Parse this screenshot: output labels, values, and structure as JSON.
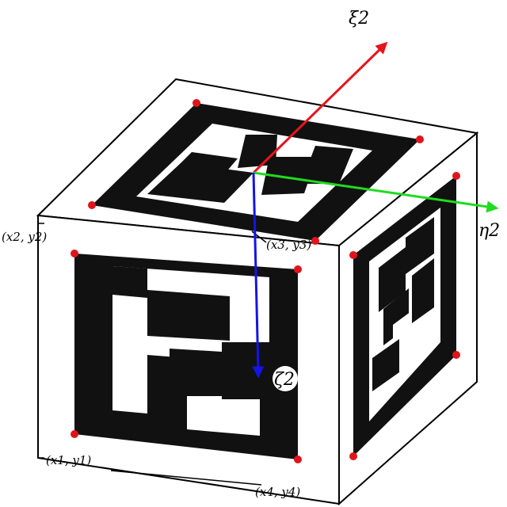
{
  "axes": {
    "xi": {
      "label": "ξ2",
      "color": "#e8141c"
    },
    "eta": {
      "label": "η2",
      "color": "#1edc1e"
    },
    "zeta": {
      "label": "ζ2",
      "color": "#1414e6"
    }
  },
  "corners": {
    "c1": "(x1, y1)",
    "c2": "(x2, y2)",
    "c3": "(x3, y3)",
    "c4": "(x4, y4)"
  },
  "colors": {
    "marker": "#111111",
    "corner_dot": "#e0141c",
    "edge": "#000000",
    "background": "#ffffff"
  }
}
